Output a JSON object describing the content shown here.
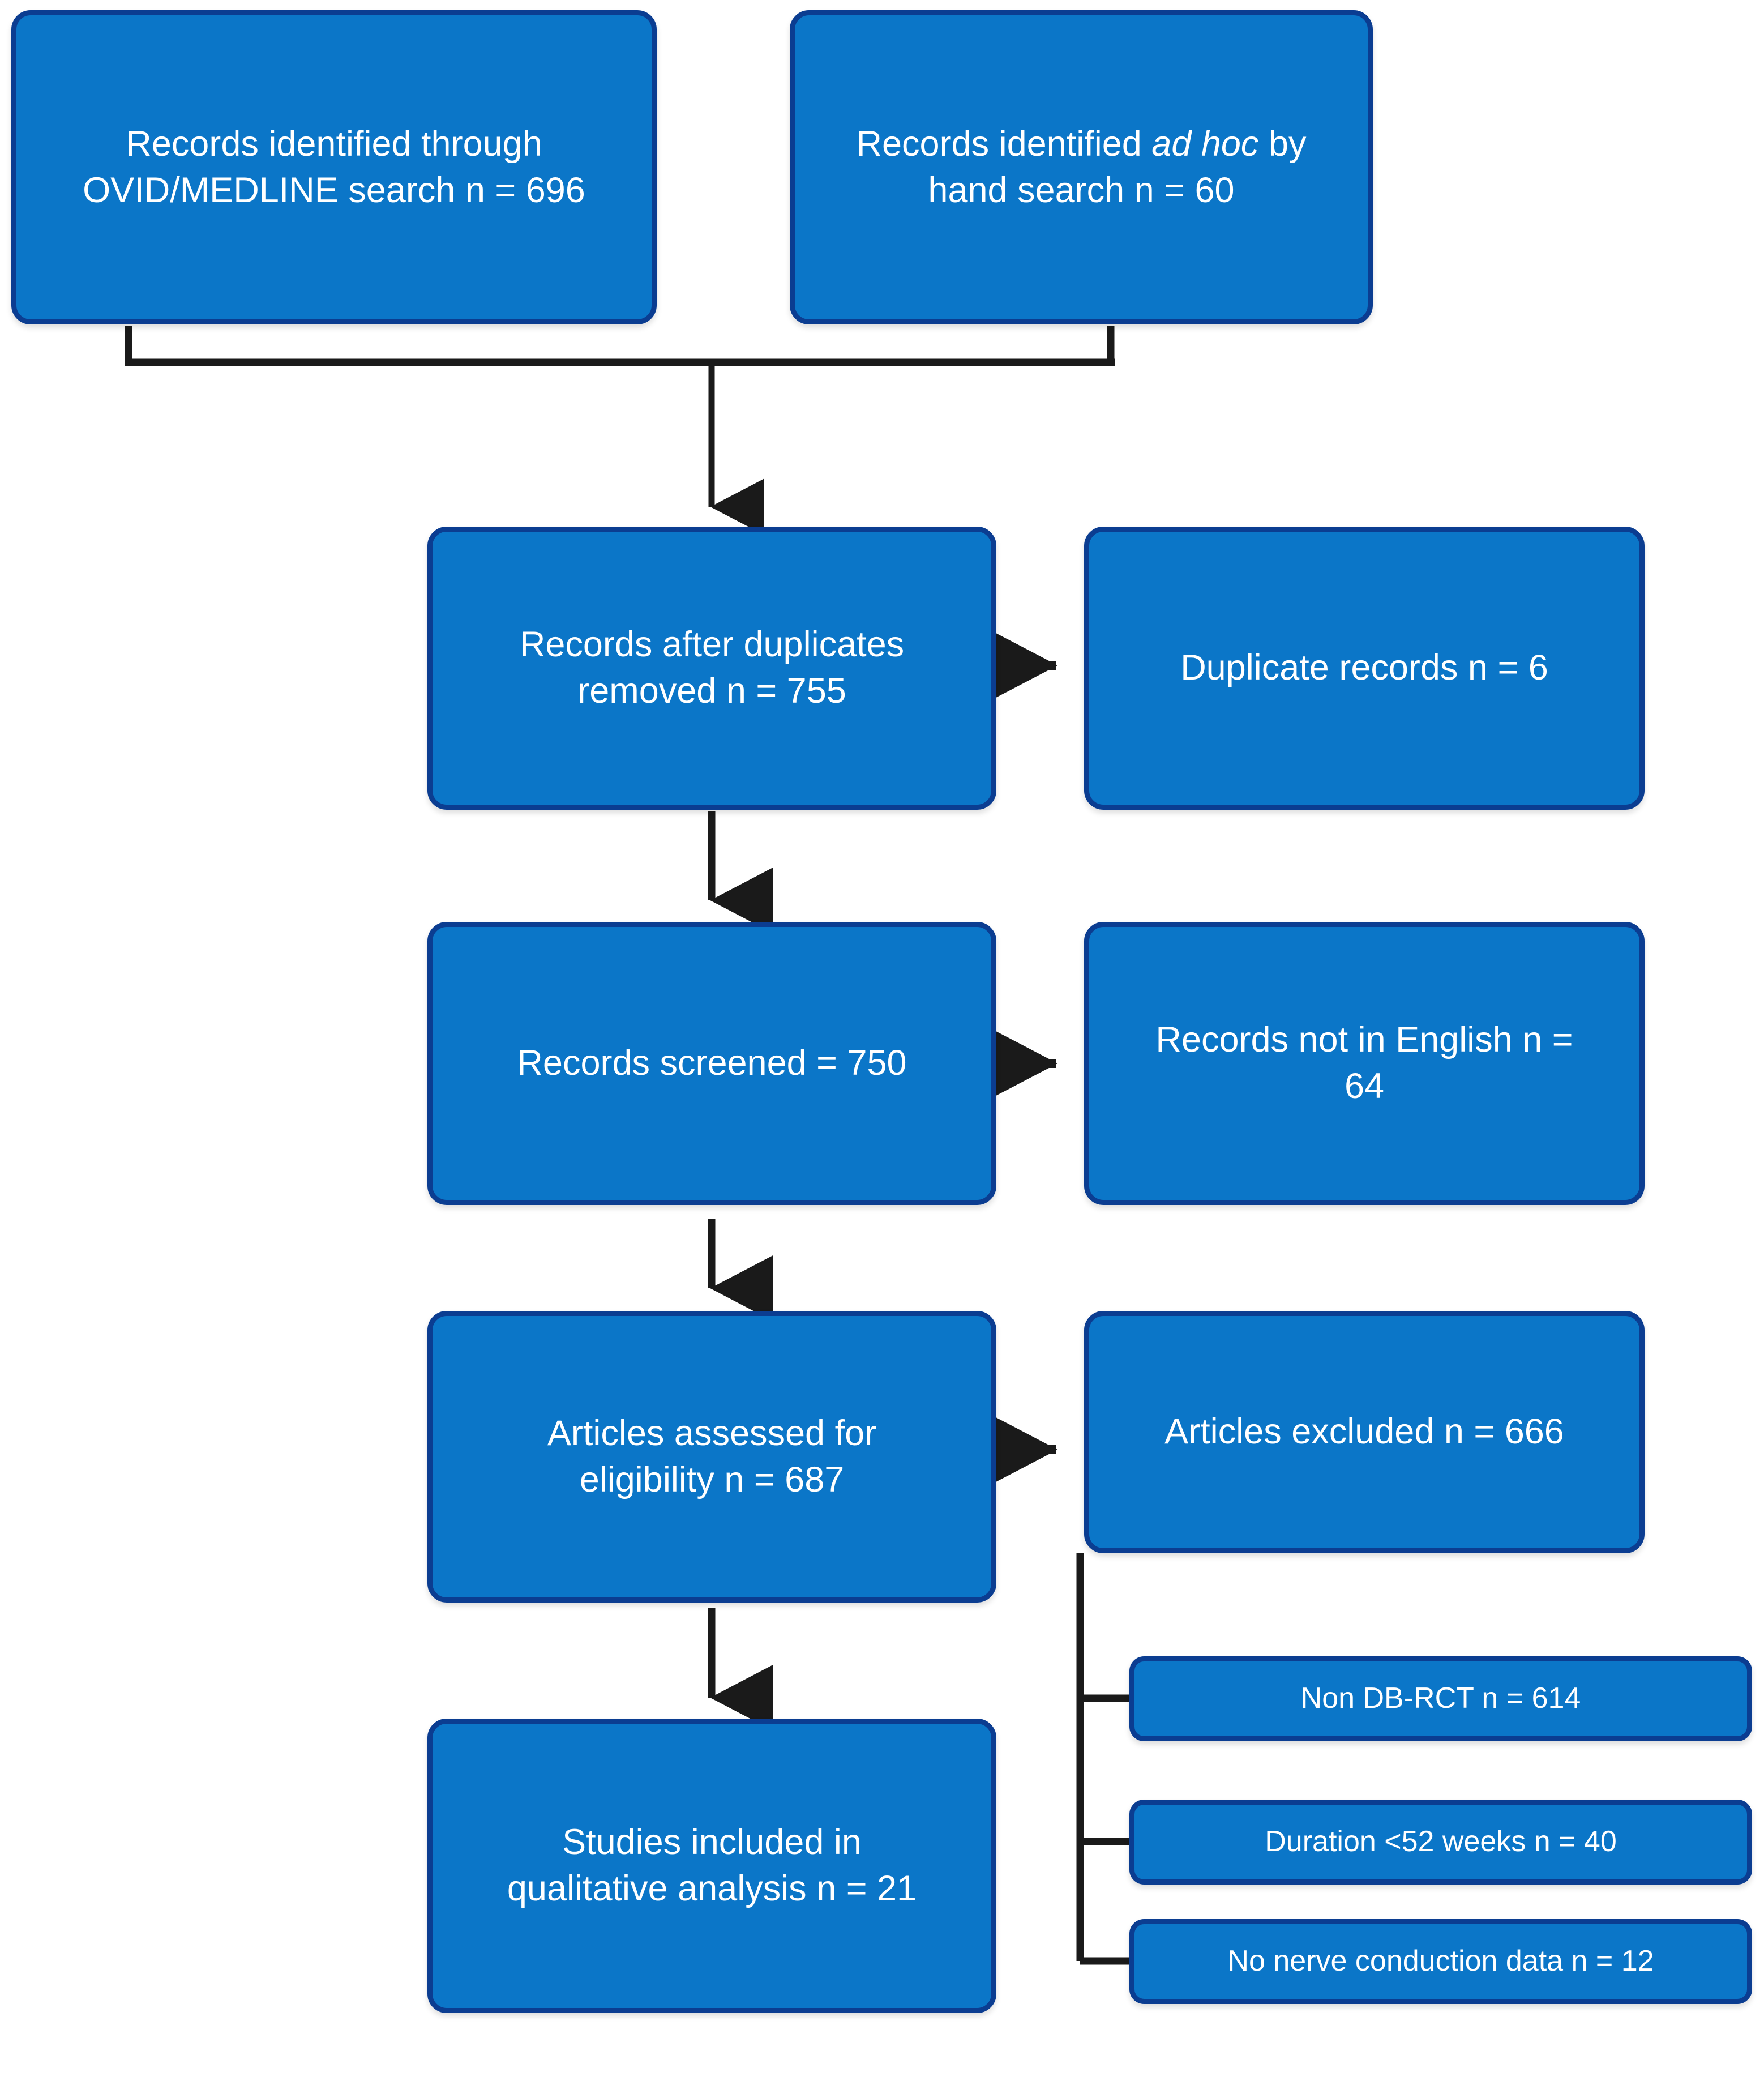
{
  "diagram": {
    "type": "prisma-flow-diagram",
    "colors": {
      "box_fill": "#0b76c8",
      "box_border": "#0b3d91",
      "text": "#ffffff",
      "connector": "#1a1a1a",
      "background": "#ffffff"
    },
    "nodes": {
      "source_ovid": {
        "line1": "Records identified through",
        "line2": "OVID/MEDLINE search n = 696",
        "count": 696
      },
      "source_handsearch": {
        "line1_pre": "Records identified ",
        "line1_em": "ad hoc",
        "line1_post": " by",
        "line2": "hand search n = 60",
        "count": 60
      },
      "after_duplicates": {
        "line1": "Records after duplicates",
        "line2": "removed n = 755",
        "count": 755
      },
      "duplicate_records": {
        "line1": "Duplicate records n = 6",
        "count": 6
      },
      "records_screened": {
        "line1": "Records screened = 750",
        "count": 750
      },
      "not_in_english": {
        "line1": "Records not in English n =",
        "line2": "64",
        "count": 64
      },
      "assessed_eligibility": {
        "line1": "Articles assessed for",
        "line2": "eligibility n = 687",
        "count": 687
      },
      "articles_excluded": {
        "line1": "Articles excluded n = 666",
        "count": 666
      },
      "studies_included": {
        "line1": "Studies included in",
        "line2": "qualitative analysis n = 21",
        "count": 21
      },
      "excl_non_dbrct": {
        "line1": "Non DB-RCT n = 614",
        "count": 614
      },
      "excl_duration": {
        "line1": "Duration <52 weeks n = 40",
        "count": 40
      },
      "excl_no_ncs": {
        "line1": "No nerve conduction data n = 12",
        "count": 12
      }
    }
  }
}
